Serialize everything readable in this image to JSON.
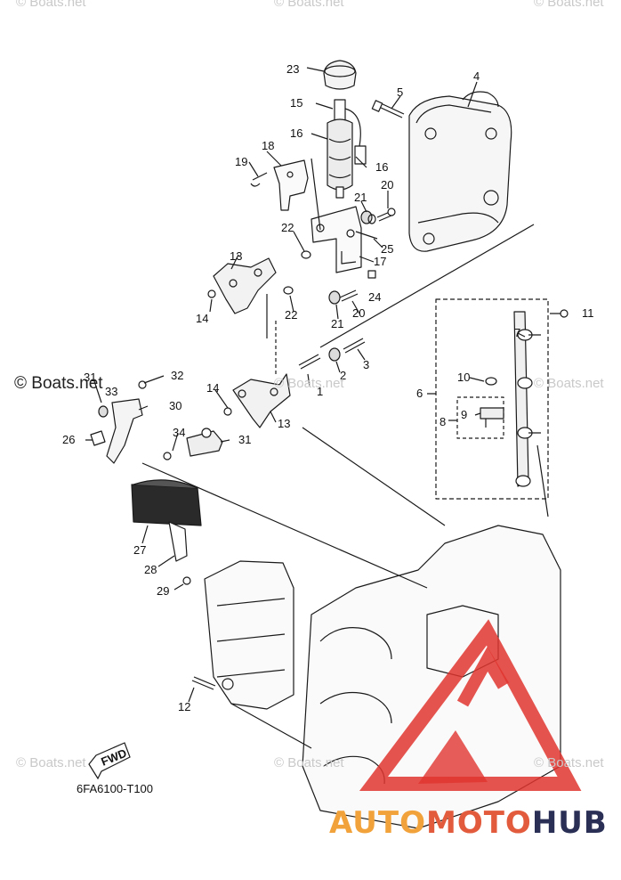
{
  "watermarks": [
    "© Boats.net",
    "© Boats.net",
    "© Boats.net",
    "© Boats.net",
    "© Boats.net",
    "© Boats.net",
    "© Boats.net",
    "© Boats.net",
    "© Boats.net"
  ],
  "part_code": "6FA6100-T100",
  "fwd_label": "FWD",
  "brand": {
    "part1": "AUTO",
    "part2": "MOTO",
    "part3": "HUB"
  },
  "callouts": [
    "23",
    "15",
    "16",
    "16",
    "4",
    "5",
    "18",
    "19",
    "21",
    "20",
    "22",
    "25",
    "17",
    "13",
    "24",
    "14",
    "22",
    "21",
    "20",
    "7",
    "11",
    "3",
    "2",
    "1",
    "10",
    "6",
    "9",
    "8",
    "32",
    "31",
    "33",
    "30",
    "14",
    "13",
    "26",
    "34",
    "31",
    "27",
    "28",
    "29",
    "12"
  ],
  "colors": {
    "line": "#1a1a1a",
    "logo_red": "#e0352f",
    "logo_orange": "#f2a23a",
    "logo_navy": "#2a2f55"
  }
}
